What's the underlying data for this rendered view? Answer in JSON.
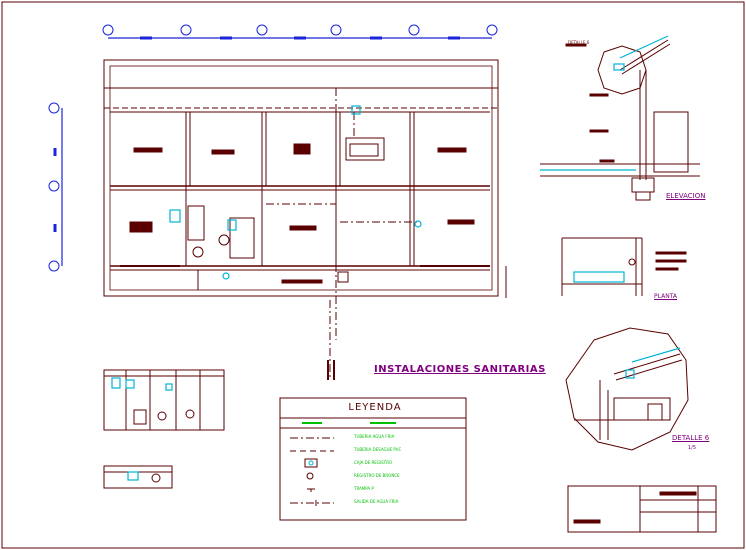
{
  "drawing": {
    "title": "INSTALACIONES SANITARIAS",
    "elevation_label": "ELEVACION",
    "plan_label": "PLANTA",
    "detail_label": "DETALLE 6",
    "detail_scale": "1/5",
    "detail_callout": "DETALLE 6"
  },
  "legend": {
    "title": "LEYENDA",
    "rows": [
      {
        "symbol": "dashdot-line",
        "text": "TUBERIA AGUA FRIA"
      },
      {
        "symbol": "dashed-line",
        "text": "TUBERIA DESAGUE PVC"
      },
      {
        "symbol": "box-icon",
        "text": "CAJA DE REGISTRO"
      },
      {
        "symbol": "circle-icon",
        "text": "REGISTRO DE BRONCE"
      },
      {
        "symbol": "tee-icon",
        "text": "TRAMPA P"
      },
      {
        "symbol": "dashdot-line",
        "text": "SALIDA DE AGUA FRIA"
      }
    ]
  },
  "colors": {
    "line": "#5a0000",
    "title": "#800080",
    "accent": "#00b4d4",
    "grid_marker": "#1a24d8",
    "legend_text": "#00c000",
    "background": "#ffffff"
  }
}
